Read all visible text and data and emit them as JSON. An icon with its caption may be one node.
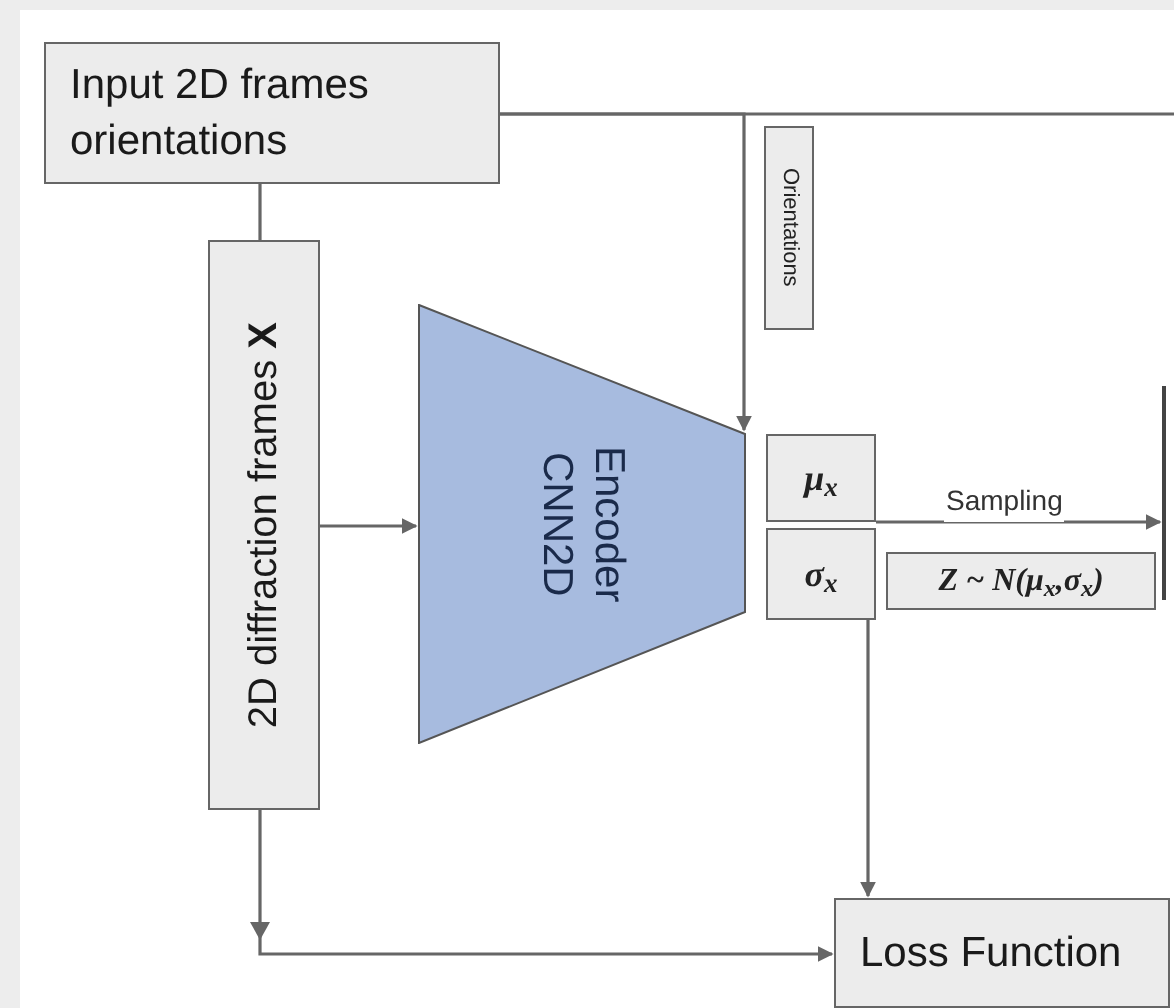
{
  "diagram": {
    "nodes": [
      {
        "text": [
          "Input 2D frames orientations"
        ]
      },
      {
        "text": [
          "2D diffraction frames **X**"
        ]
      },
      {
        "text": [
          "Encoder CNN2D"
        ]
      },
      {
        "text": [
          "Orientations"
        ]
      },
      {
        "text": [
          "μ$_{x}$"
        ]
      },
      {
        "text": [
          "σ$_{x}$"
        ]
      },
      {
        "text": [
          "Z ~ N(μ$_{x}$,σ$_{x}$)"
        ]
      },
      {
        "text": [
          "Loss Function"
        ]
      },
      {
        "text": [],
        "shape": "box"
      }
    ],
    "edges": [
      {
        "from": 0,
        "to": 1,
        "arrow": "none"
      },
      {
        "from": 0,
        "to": 2,
        "arrow": "to"
      },
      {
        "from": 0,
        "to": null,
        "arrow": "none"
      },
      {
        "from": 1,
        "to": 2,
        "arrow": "to"
      },
      {
        "from": 4,
        "to": 8,
        "arrow": "to",
        "label": "Sampling"
      },
      {
        "from": 5,
        "to": 7,
        "arrow": "to"
      },
      {
        "from": 1,
        "to": 7,
        "arrow": "to"
      }
    ]
  }
}
